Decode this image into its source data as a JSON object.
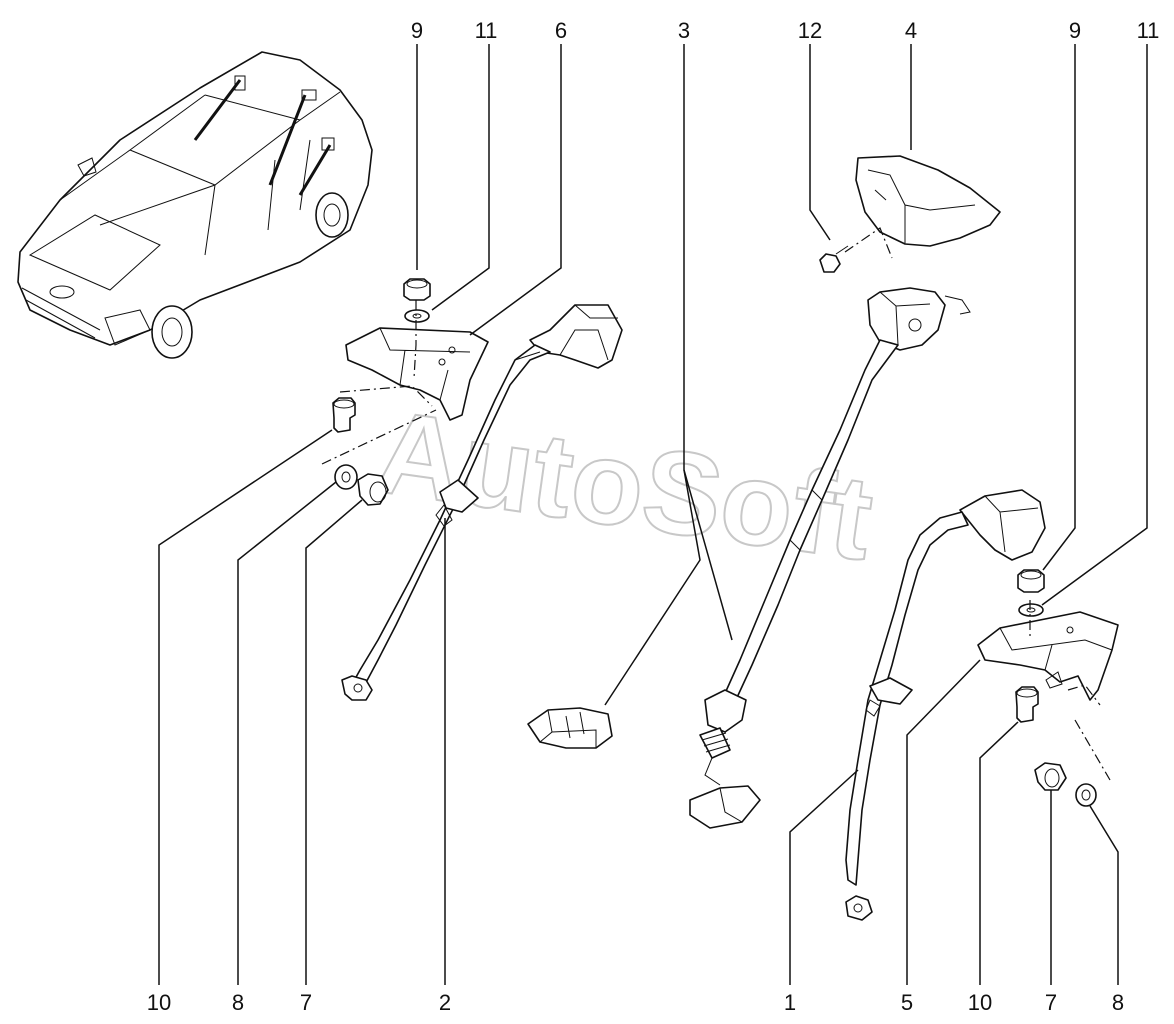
{
  "diagram": {
    "watermark": "AutoSoft",
    "callouts_top": [
      "9",
      "11",
      "6",
      "3",
      "12",
      "4",
      "9",
      "11"
    ],
    "callouts_bottom": [
      "10",
      "8",
      "7",
      "2",
      "1",
      "5",
      "10",
      "7",
      "8"
    ]
  }
}
